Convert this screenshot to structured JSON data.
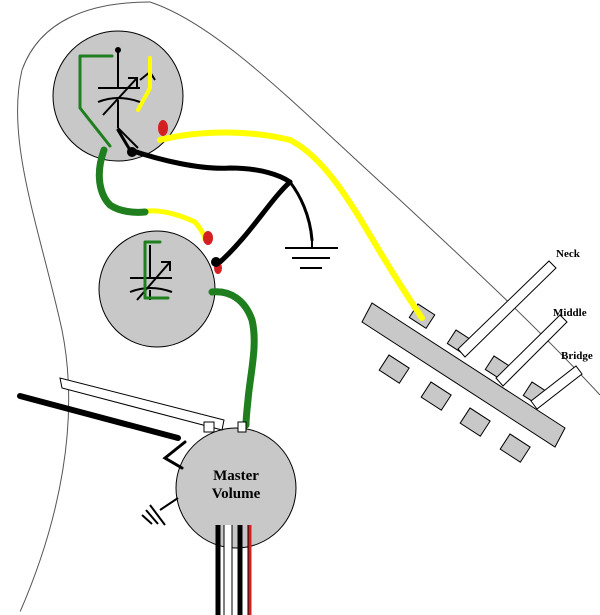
{
  "switch_labels": {
    "neck": "Neck",
    "middle": "Middle",
    "bridge": "Bridge"
  },
  "master_volume": {
    "line1": "Master",
    "line2": "Volume"
  },
  "colors": {
    "wire_yellow": "#ffff00",
    "wire_green": "#1f7f1f",
    "wire_black": "#000000",
    "wire_red": "#d42020",
    "pot_fill": "#c8c8c8",
    "body_outline": "#555555"
  }
}
